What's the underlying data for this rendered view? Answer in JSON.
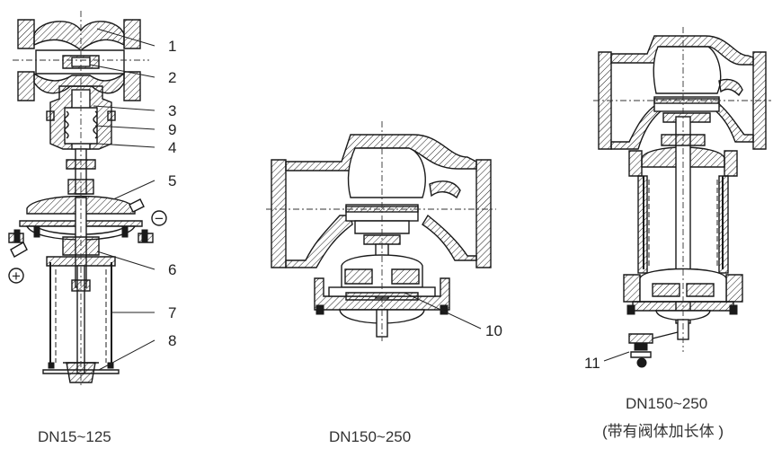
{
  "callouts": {
    "n1": "1",
    "n2": "2",
    "n3": "3",
    "n9": "9",
    "n4": "4",
    "n5": "5",
    "n6": "6",
    "n7": "7",
    "n8": "8",
    "n10": "10",
    "n11": "11"
  },
  "signs": {
    "minus": "−",
    "plus": "+"
  },
  "captions": {
    "left": "DN15~125",
    "middle": "DN150~250",
    "right_line1": "DN150~250",
    "right_line2": "(带有阀体加长体 )"
  }
}
